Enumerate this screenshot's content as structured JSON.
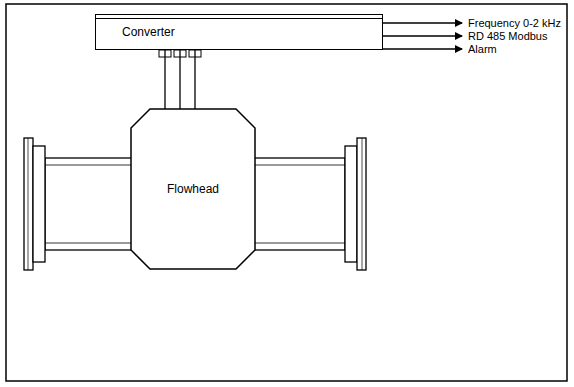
{
  "diagram": {
    "nodes": [
      {
        "text": [
          "Converter"
        ]
      },
      {
        "text": [
          "Flowhead"
        ]
      }
    ],
    "edges": [
      {
        "from": 0,
        "to": 1,
        "arrow": "none"
      },
      {
        "from": 0,
        "to": 1,
        "arrow": "none"
      },
      {
        "from": 0,
        "to": 1,
        "arrow": "none"
      }
    ],
    "labels": [
      "Frequency 0-2 kHz",
      "RD 485 Modbus",
      "Alarm"
    ]
  }
}
